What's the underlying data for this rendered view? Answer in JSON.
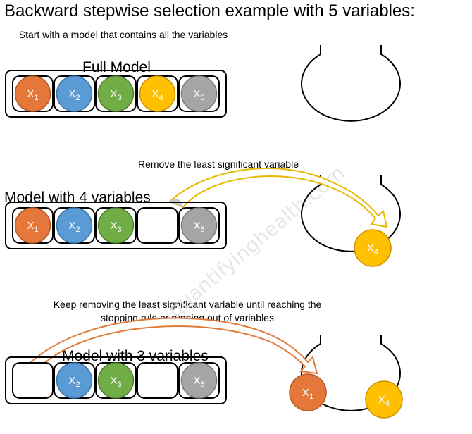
{
  "title": "Backward stepwise selection example with 5 variables:",
  "steps": [
    {
      "note": "Start with a model that contains all the variables",
      "model_label": "Full Model",
      "slots": [
        "x1",
        "x2",
        "x3",
        "x4",
        "x5"
      ],
      "bowl_contents": []
    },
    {
      "note": "Remove the least significant variable",
      "model_label": "Model with 4 variables",
      "slots": [
        "x1",
        "x2",
        "x3",
        "",
        "x5"
      ],
      "bowl_contents": [
        "x4"
      ]
    },
    {
      "note": "Keep removing the least significant variable until reaching the stopping rule or running out of variables",
      "model_label": "Model with 3 variables",
      "slots": [
        "",
        "x2",
        "x3",
        "",
        "x5"
      ],
      "bowl_contents": [
        "x1",
        "x4"
      ]
    }
  ],
  "variables": {
    "x1": {
      "base": "X",
      "sub": "1",
      "color": "#e5773a",
      "stroke": "#b15a27"
    },
    "x2": {
      "base": "X",
      "sub": "2",
      "color": "#5b9bd5",
      "stroke": "#3f73a6"
    },
    "x3": {
      "base": "X",
      "sub": "3",
      "color": "#70ad47",
      "stroke": "#4f7d31"
    },
    "x4": {
      "base": "X",
      "sub": "4",
      "color": "#ffc000",
      "stroke": "#c99300"
    },
    "x5": {
      "base": "X",
      "sub": "5",
      "color": "#a5a5a5",
      "stroke": "#7b7b7b"
    }
  },
  "watermark": "quantifyinghealth.com"
}
